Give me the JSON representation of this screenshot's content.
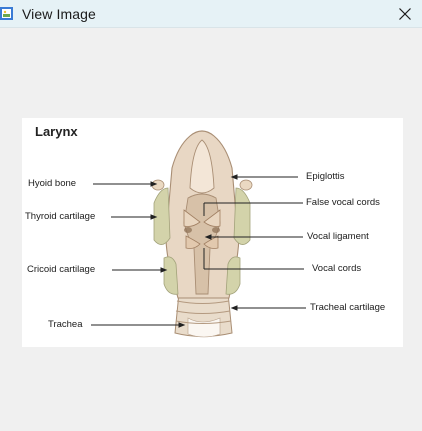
{
  "window": {
    "title": "View Image",
    "close_icon": "close-icon",
    "app_icon": "image-viewer-icon"
  },
  "image": {
    "title": "Larynx",
    "labels_left": [
      "Hyoid bone",
      "Thyroid cartilage",
      "Cricoid cartilage",
      "Trachea"
    ],
    "labels_right": [
      "Epiglottis",
      "False vocal cords",
      "Vocal ligament",
      "Vocal cords",
      "Tracheal cartilage"
    ]
  },
  "colors": {
    "titlebar": "#e6f2f6",
    "window_bg": "#f0f0f0",
    "tissue": "#e8d7c4",
    "cartilage": "#d3d3aa",
    "shadow": "#a98e74"
  }
}
